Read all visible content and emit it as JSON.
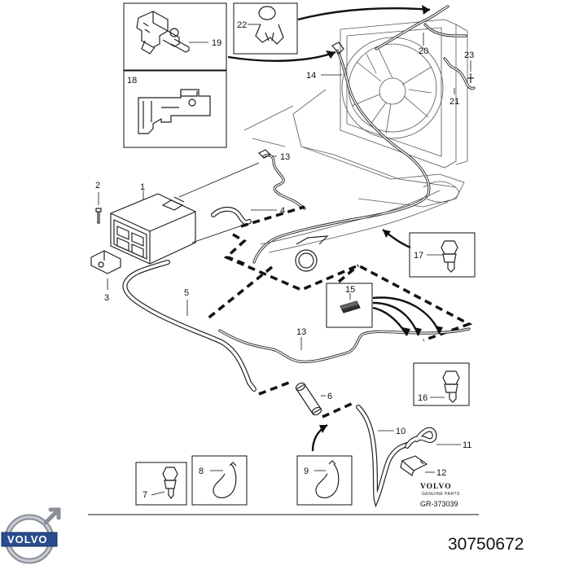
{
  "diagram": {
    "labels": {
      "p1": "1",
      "p2": "2",
      "p3": "3",
      "p4": "4",
      "p5": "5",
      "p6": "6",
      "p7": "7",
      "p8": "8",
      "p9": "9",
      "p10": "10",
      "p11": "11",
      "p12": "12",
      "p13a": "13",
      "p13b": "13",
      "p14": "14",
      "p15": "15",
      "p16": "16",
      "p17": "17",
      "p18": "18",
      "p19": "19",
      "p20": "20",
      "p21": "21",
      "p22": "22",
      "p23": "23"
    },
    "brand_mark": "VOLVO",
    "brand_subtitle": "GENUINE PARTS",
    "drawing_ref": "GR-373039"
  },
  "footer": {
    "logo_text": "VOLVO",
    "part_number": "30750672"
  }
}
